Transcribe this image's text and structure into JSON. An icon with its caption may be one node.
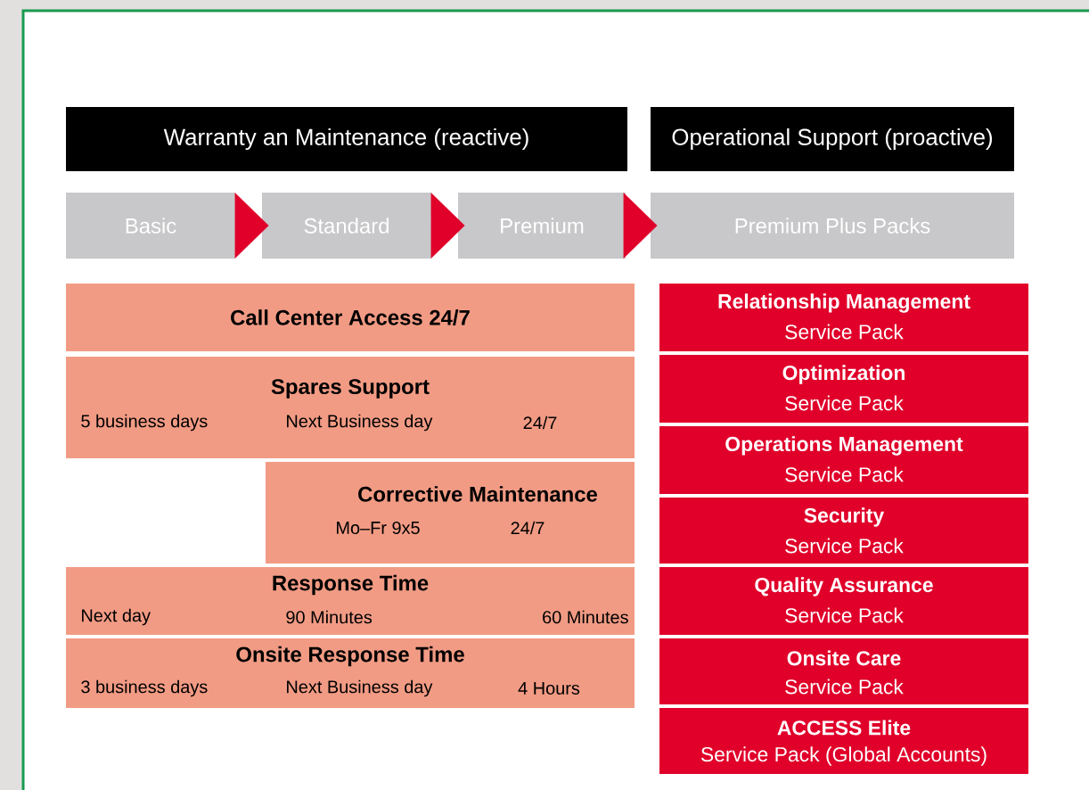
{
  "diagram": {
    "nodes": [
      {
        "text": [
          "Warranty an Maintenance (reactive)"
        ]
      },
      {
        "text": [
          "Operational Support (proactive)"
        ]
      },
      {
        "text": [
          "Basic"
        ]
      },
      {
        "text": [
          "Standard"
        ]
      },
      {
        "text": [
          "Premium"
        ]
      },
      {
        "text": [
          "Premium Plus Packs"
        ]
      },
      {
        "text": [
          "Call Center Access 24/7"
        ]
      },
      {
        "text": [
          "Spares Support",
          "5 business days",
          "Next Business day",
          "24/7"
        ]
      },
      {
        "text": [
          "Corrective Maintenance",
          "Mo–Fr 9x5",
          "24/7"
        ]
      },
      {
        "text": [
          "Response Time",
          "Next day",
          "90 Minutes",
          "60 Minutes"
        ]
      },
      {
        "text": [
          "Onsite Response Time",
          "3 business days",
          "Next Business day",
          "4 Hours"
        ]
      },
      {
        "text": [
          "Relationship Management",
          "Service Pack"
        ]
      },
      {
        "text": [
          "Optimization",
          "Service Pack"
        ]
      },
      {
        "text": [
          "Operations Management",
          "Service Pack"
        ]
      },
      {
        "text": [
          "Security",
          "Service Pack"
        ]
      },
      {
        "text": [
          "Quality Assurance",
          "Service Pack"
        ]
      },
      {
        "text": [
          "Onsite Care",
          "Service Pack"
        ]
      },
      {
        "text": [
          "ACCESS Elite",
          "Service Pack (Global Accounts)"
        ]
      }
    ],
    "edges": [
      {
        "from": 2,
        "to": 3,
        "arrow": "to"
      },
      {
        "from": 3,
        "to": 4,
        "arrow": "to"
      },
      {
        "from": 4,
        "to": 5,
        "arrow": "to"
      }
    ]
  }
}
